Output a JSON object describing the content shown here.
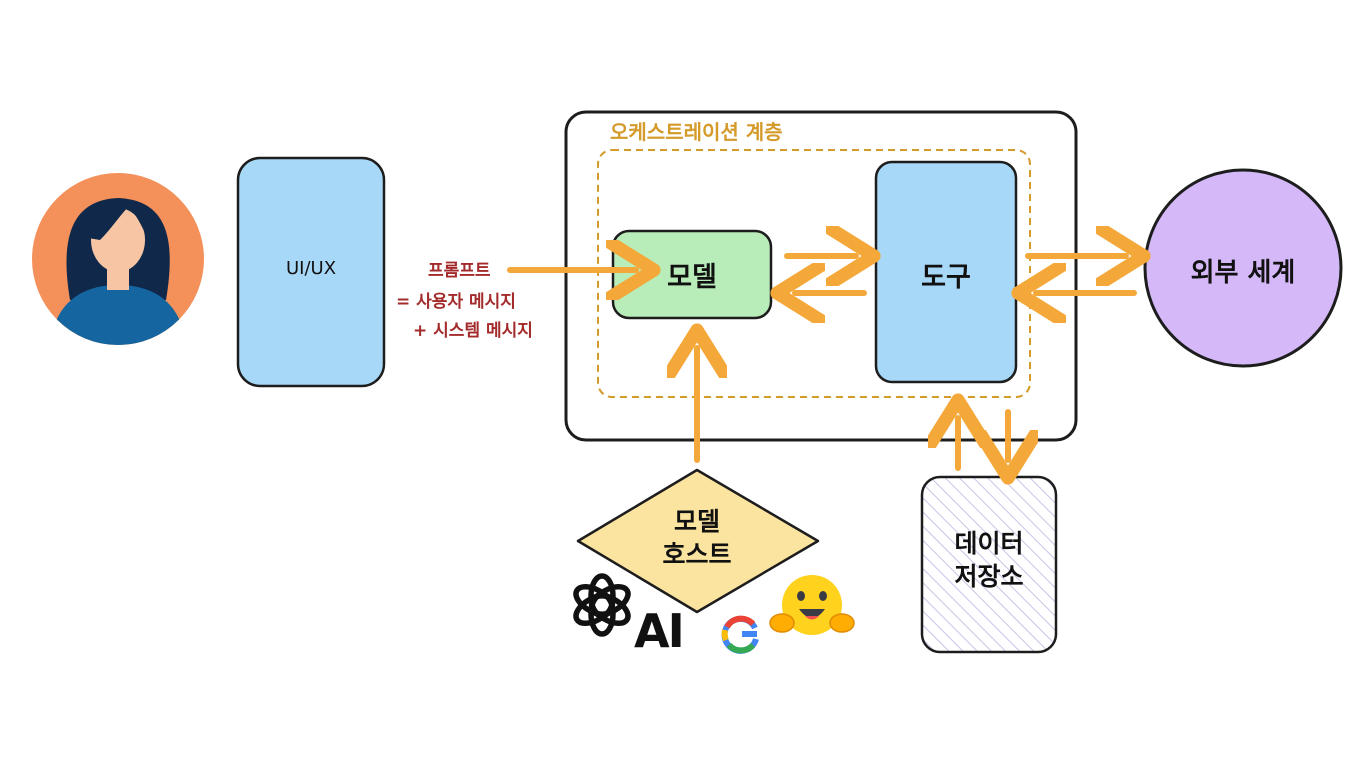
{
  "orchestration_label": "오케스트레이션 계층",
  "uiux_label": "UI/UX",
  "prompt": {
    "line1": "프롬프트",
    "line2": "= 사용자 메시지",
    "line3": "+ 시스템 메시지"
  },
  "model_label": "모델",
  "tool_label": "도구",
  "external_label": "외부 세계",
  "model_host": {
    "line1": "모델",
    "line2": "호스트"
  },
  "data_store": {
    "line1": "데이터",
    "line2": "저장소"
  },
  "provider_logos": {
    "openai": "openai-logo",
    "anthropic": "AI",
    "google": "G",
    "huggingface": "huggingface-logo"
  },
  "colors": {
    "arrow": "#f5a83a",
    "uiux_fill": "#a8d8f8",
    "model_fill": "#b8ecb8",
    "tool_fill": "#a8d8f8",
    "external_fill": "#d4b8f8",
    "host_fill": "#fbe3a0",
    "avatar_bg": "#f4905a",
    "orch_label": "#d49a2a",
    "prompt_text": "#a32b2b"
  }
}
